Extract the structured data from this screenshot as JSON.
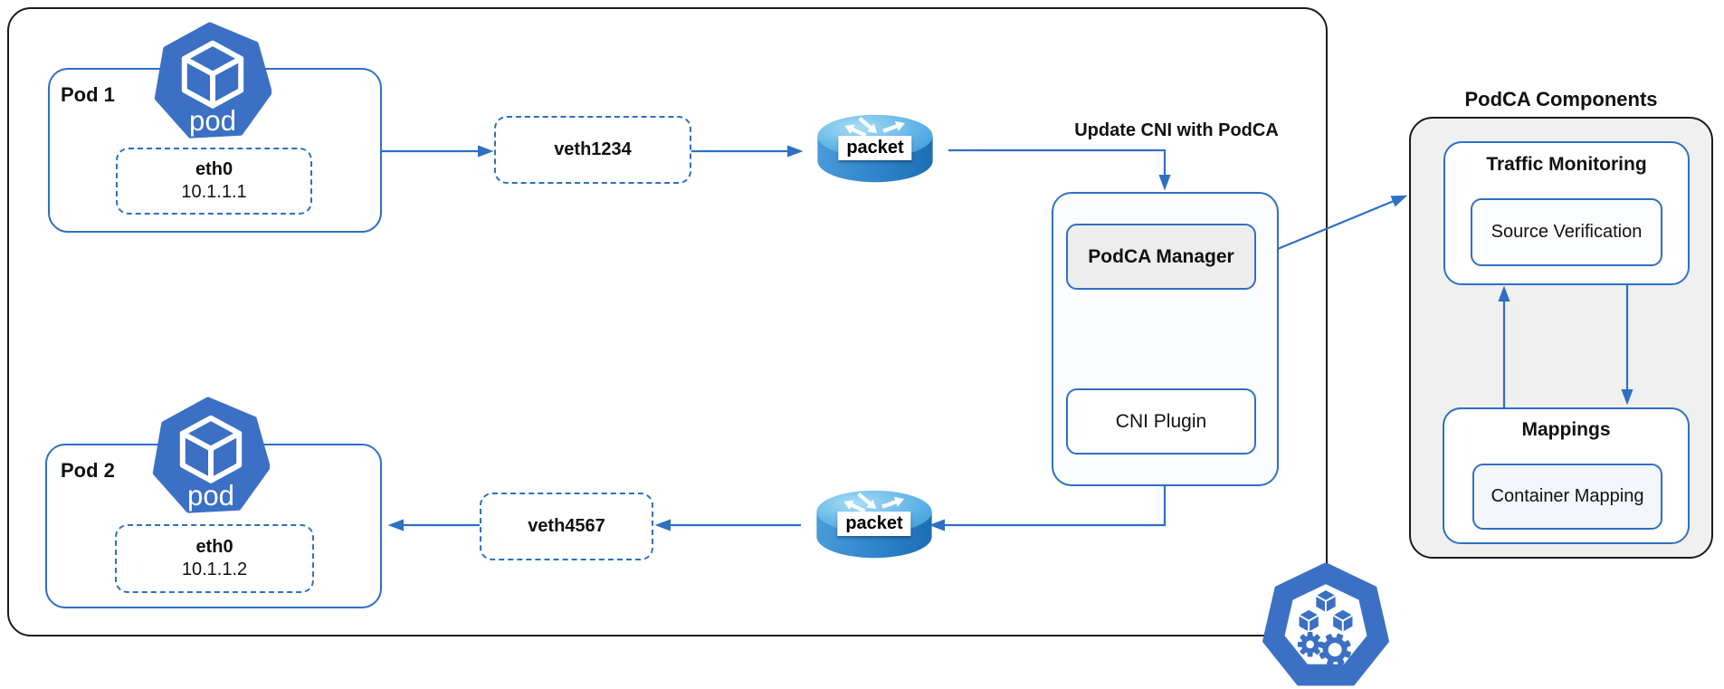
{
  "diagram": {
    "colors": {
      "line_blue": "#2e70c3",
      "pod_blue": "#3b70c4",
      "panel_gray": "#f0f0f1",
      "manager_fill": "#ededee",
      "border_black": "#1b1b1b",
      "cylinder_light": "#7cc3ec",
      "cylinder_dark": "#1d6fb4"
    },
    "pod1": {
      "title": "Pod 1",
      "icon_label": "pod",
      "iface_name": "eth0",
      "iface_ip": "10.1.1.1"
    },
    "pod2": {
      "title": "Pod 2",
      "icon_label": "pod",
      "iface_name": "eth0",
      "iface_ip": "10.1.1.2"
    },
    "veth_top": "veth1234",
    "veth_bottom": "veth4567",
    "packet_top_label": "packet",
    "packet_bottom_label": "packet",
    "update_label": "Update CNI with PodCA",
    "manager": {
      "manager_label": "PodCA Manager",
      "plugin_label": "CNI Plugin"
    },
    "components": {
      "title": "PodCA Components",
      "monitoring_title": "Traffic Monitoring",
      "monitoring_child": "Source Verification",
      "mappings_title": "Mappings",
      "mappings_child": "Container Mapping"
    }
  }
}
